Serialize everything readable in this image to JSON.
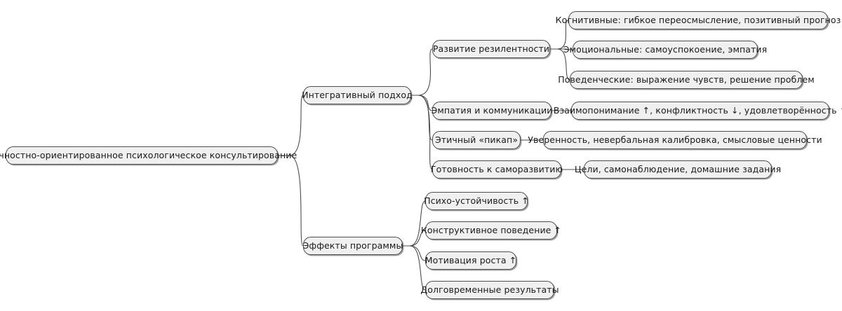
{
  "diagram": {
    "type": "mindmap",
    "title_node": "Личностно-ориентированное психологическое консультирование",
    "colors": {
      "background": "#ffffff",
      "node_fill": "#f0f0f0",
      "node_border": "#4d4d4d",
      "node_text": "#1a1a1a",
      "edge": "#4d4d4d",
      "shadow": "#5a5a5a"
    },
    "nodes": {
      "root": {
        "label": "Личностно-ориентированное психологическое консультирование"
      },
      "branch_integrative": {
        "label": "Интегративный подход"
      },
      "branch_effects": {
        "label": "Эффекты программы"
      },
      "resilience": {
        "label": "Развитие резилентности"
      },
      "empathy": {
        "label": "Эмпатия и коммуникации"
      },
      "pickup": {
        "label": "Этичный «пикап»"
      },
      "readiness": {
        "label": "Готовность к саморазвитию"
      },
      "cognitive": {
        "label": "Когнитивные: гибкое переосмысление, позитивный прогноз"
      },
      "emotional": {
        "label": "Эмоциональные: самоуспокоение, эмпатия"
      },
      "behavioral": {
        "label": "Поведенческие: выражение чувств, решение проблем"
      },
      "empathy_result": {
        "label": "Взаимопонимание ↑, конфликтность ↓, удовлетворённость ↑"
      },
      "pickup_result": {
        "label": "Уверенность, невербальная калибровка, смысловые ценности"
      },
      "readiness_result": {
        "label": "Цели, самонаблюдение, домашние задания"
      },
      "effect_stability": {
        "label": "Психо-устойчивость ↑"
      },
      "effect_behavior": {
        "label": "Конструктивное поведение ↑"
      },
      "effect_motivation": {
        "label": "Мотивация роста ↑"
      },
      "effect_longterm": {
        "label": "Долговременные результаты"
      }
    }
  }
}
